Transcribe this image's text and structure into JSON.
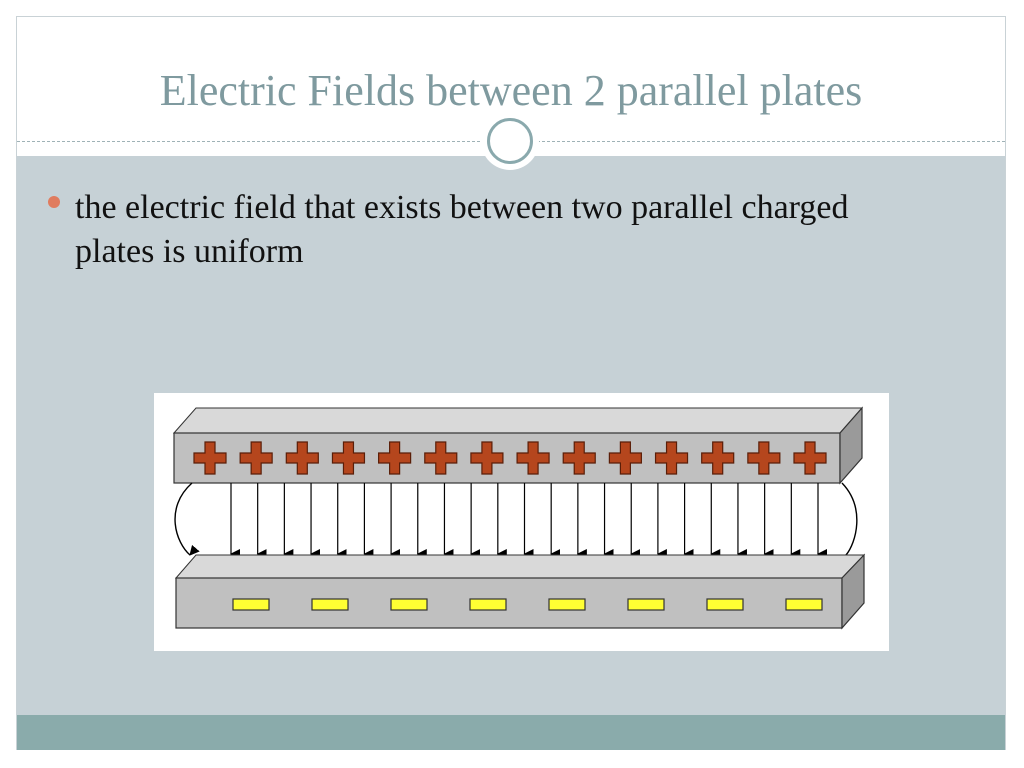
{
  "slide": {
    "title": "Electric Fields between 2 parallel plates",
    "bullets": [
      "the electric field that exists between two parallel charged plates is uniform"
    ]
  },
  "diagram": {
    "top_plate_charges": [
      "+",
      "+",
      "+",
      "+",
      "+",
      "+",
      "+",
      "+",
      "+",
      "+",
      "+",
      "+",
      "+",
      "+"
    ],
    "bottom_plate_charges": [
      "−",
      "−",
      "−",
      "−",
      "−",
      "−",
      "−",
      "−"
    ],
    "field_line_count": 23,
    "colors": {
      "plate_face": "#c0c0c0",
      "plate_top": "#d9d9d9",
      "plate_side": "#9a9a9a",
      "positive_charge": "#b5461d",
      "negative_charge": "#ffff33",
      "field_line": "#000000"
    }
  },
  "theme": {
    "title_color": "#7f9a9f",
    "bullet_color": "#e07c5f",
    "content_background": "#c6d1d6",
    "footer_color": "#8aabab"
  }
}
